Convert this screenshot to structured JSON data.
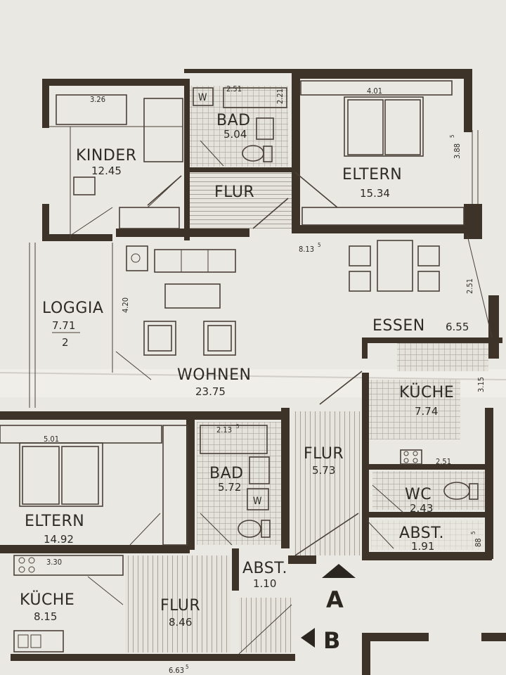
{
  "plan": {
    "rooms": {
      "kinder": {
        "name": "KINDER",
        "area": "12.45"
      },
      "bad_top": {
        "name": "BAD",
        "area": "5.04"
      },
      "eltern_top": {
        "name": "ELTERN",
        "area": "15.34"
      },
      "flur_top": {
        "name": "FLUR"
      },
      "loggia": {
        "name": "LOGGIA",
        "area": "7.71",
        "divisor": "2"
      },
      "wohnen": {
        "name": "WOHNEN",
        "area": "23.75"
      },
      "essen": {
        "name": "ESSEN",
        "area": "6.55"
      },
      "kueche_top": {
        "name": "KÜCHE",
        "area": "7.74"
      },
      "eltern_bottom": {
        "name": "ELTERN",
        "area": "14.92"
      },
      "bad_bottom": {
        "name": "BAD",
        "area": "5.72"
      },
      "flur_mid": {
        "name": "FLUR",
        "area": "5.73"
      },
      "wc": {
        "name": "WC",
        "area": "2.43"
      },
      "abst_right": {
        "name": "ABST.",
        "area": "1.91"
      },
      "abst_mid": {
        "name": "ABST.",
        "area": "1.10"
      },
      "kueche_bottom": {
        "name": "KÜCHE",
        "area": "8.15"
      },
      "flur_bottom": {
        "name": "FLUR",
        "area": "8.46"
      }
    },
    "dimensions": {
      "kinder_width": "3.26",
      "bath_tub_top": "2.51",
      "bath_side_top": "2.21",
      "eltern_width": "4.01",
      "eltern_depth": "3.88",
      "eltern_depth_sup": "5",
      "living_width": "8.13",
      "living_width_sup": "5",
      "living_depth": "4.20",
      "essen_depth": "2.51",
      "kueche_depth": "3.15",
      "bath_tub_bottom": "2.13",
      "bath_tub_bottom_sup": "5",
      "eltern_bottom_width": "5.01",
      "kitchen_counter": "2.51",
      "abst_depth": "88",
      "abst_depth_sup": "5",
      "kueche_bottom_width": "3.30",
      "bottom_edge": "6.63",
      "bottom_edge_sup": "5"
    },
    "fixtures": {
      "washer": "W"
    },
    "entrances": {
      "a": "A",
      "b": "B"
    }
  }
}
